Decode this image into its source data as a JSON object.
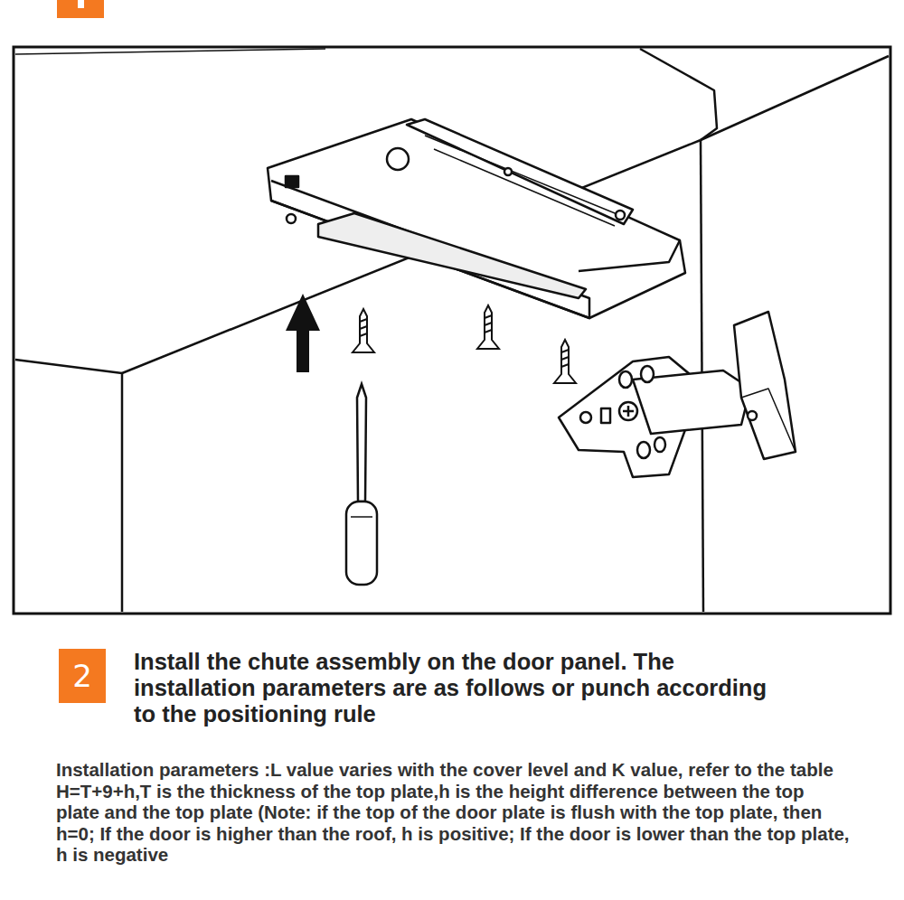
{
  "diagram": {
    "nodes": [
      {
        "text": [
          "2"
        ]
      }
    ],
    "labels": [
      "Install the chute assembly on the door panel. The installation parameters are as follows or punch according to the positioning rule",
      "Installation parameters :L value varies with the cover level and K value, refer to the table H=T+9+h,T is the thickness of the top plate,h is the height difference between the top plate and the top plate (Note: if the top of the door plate is flush with the top plate, then h=0; If the door is higher than the roof, h is positive; If the door is lower than the top plate, h is negative"
    ]
  }
}
